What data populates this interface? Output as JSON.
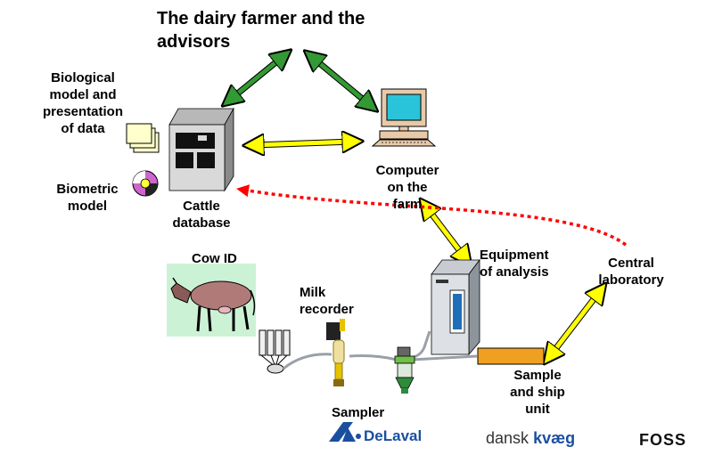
{
  "title": "The dairy farmer and the\nadvisors",
  "labels": {
    "biological_model": "Biological\nmodel and\npresentation\nof data",
    "biometric_model": "Biometric\nmodel",
    "cattle_database": "Cattle\ndatabase",
    "computer": "Computer\non the\nfarm",
    "cow_id": "Cow ID",
    "milk_recorder": "Milk\nrecorder",
    "equipment": "Equipment\nof analysis",
    "central_lab": "Central\nlaboratory",
    "sample_unit": "Sample\nand ship\nunit",
    "sampler": "Sampler"
  },
  "logos": {
    "delaval": "DeLaval",
    "dansk_prefix": "dansk",
    "dansk_suffix": "kvæg",
    "foss": "FOSS"
  },
  "colors": {
    "green_arrow": "#339933",
    "yellow_arrow": "#ffff00",
    "red_dotted": "#ff0000",
    "delaval_blue": "#1a4fa0",
    "orange_unit": "#f0a020",
    "cow_bg": "#ccf2d6"
  },
  "icons": [
    "documents-icon",
    "cd-disc-icon",
    "server-icon",
    "computer-icon",
    "cow-icon",
    "milking-claw-icon",
    "milk-recorder-icon",
    "sampler-icon",
    "analyzer-icon"
  ]
}
